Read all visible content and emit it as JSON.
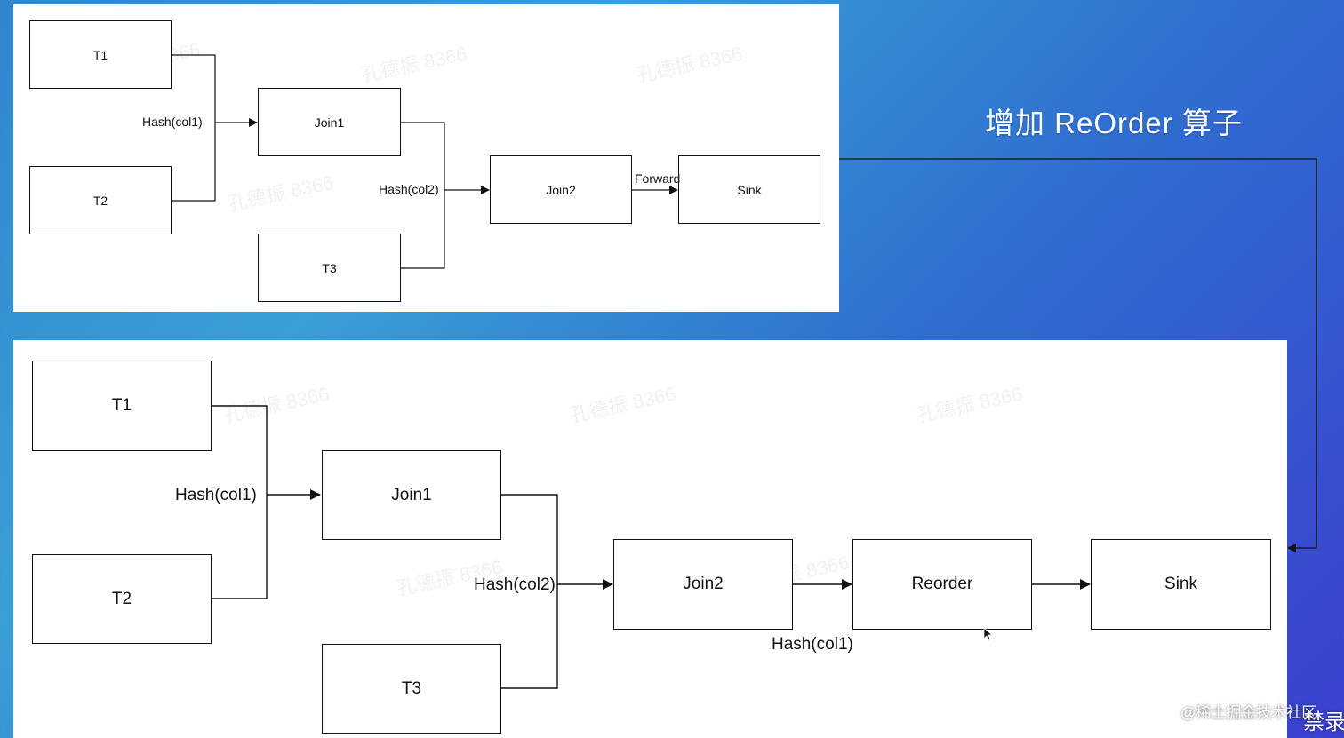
{
  "title": "增加 ReOrder 算子",
  "diagram_before": {
    "nodes": {
      "t1": "T1",
      "t2": "T2",
      "t3": "T3",
      "join1": "Join1",
      "join2": "Join2",
      "sink": "Sink"
    },
    "edges": {
      "t1_t2_to_join1": "Hash(col1)",
      "join1_t3_to_join2": "Hash(col2)",
      "join2_to_sink": "Forward"
    }
  },
  "diagram_after": {
    "nodes": {
      "t1": "T1",
      "t2": "T2",
      "t3": "T3",
      "join1": "Join1",
      "join2": "Join2",
      "reorder": "Reorder",
      "sink": "Sink"
    },
    "edges": {
      "t1_t2_to_join1": "Hash(col1)",
      "join1_t3_to_join2": "Hash(col2)",
      "join2_to_reorder": "Hash(col1)"
    }
  },
  "watermark": "孔德振 8366",
  "credit": "@稀土掘金技术社区",
  "corner_text": "禁录"
}
